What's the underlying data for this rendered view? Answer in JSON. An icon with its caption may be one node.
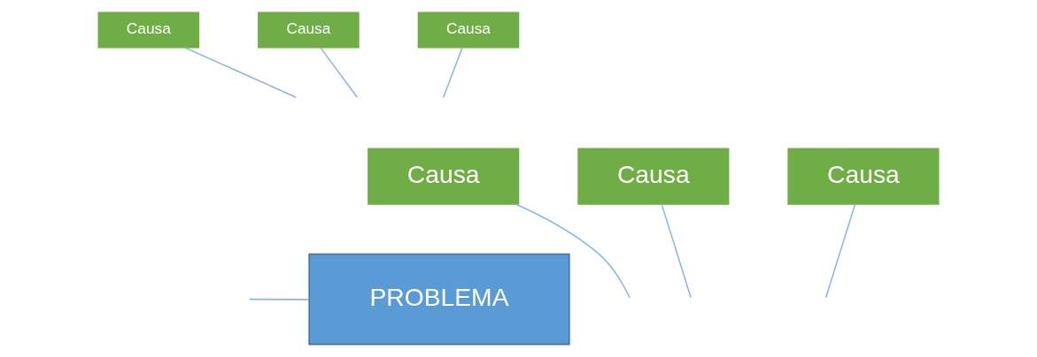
{
  "diagram": {
    "nodes": [
      {
        "text": [
          "Causa"
        ]
      },
      {
        "text": [
          "Causa"
        ]
      },
      {
        "text": [
          "Causa"
        ]
      },
      {
        "text": [
          "Causa"
        ]
      },
      {
        "text": [
          "Causa"
        ]
      },
      {
        "text": [
          "Causa"
        ]
      },
      {
        "text": [
          "PROBLEMA"
        ]
      }
    ],
    "edges": [
      {
        "from": 0,
        "to": null,
        "arrow": "none"
      },
      {
        "from": 1,
        "to": null,
        "arrow": "none"
      },
      {
        "from": 2,
        "to": null,
        "arrow": "none"
      },
      {
        "from": 3,
        "to": null,
        "arrow": "none"
      },
      {
        "from": 4,
        "to": null,
        "arrow": "none"
      },
      {
        "from": 5,
        "to": null,
        "arrow": "none"
      },
      {
        "from": null,
        "to": 6,
        "arrow": "none"
      }
    ]
  }
}
